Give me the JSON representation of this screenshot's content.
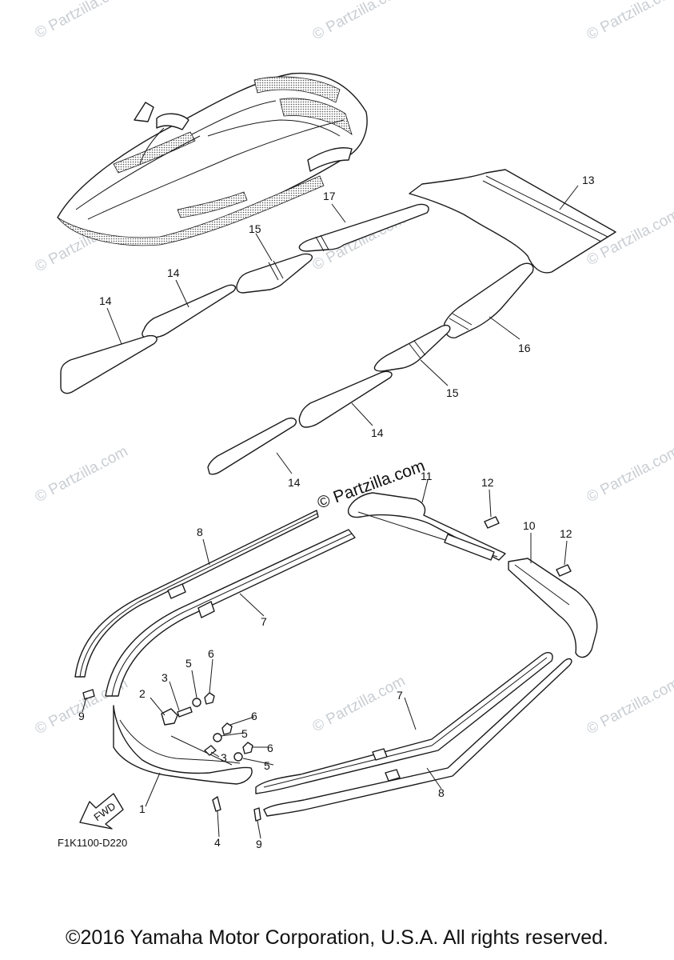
{
  "diagram": {
    "code": "F1K1100-D220",
    "fwd_label": "FWD",
    "callouts": [
      "1",
      "2",
      "3",
      "3",
      "4",
      "5",
      "5",
      "5",
      "6",
      "6",
      "6",
      "7",
      "7",
      "8",
      "8",
      "9",
      "9",
      "10",
      "11",
      "12",
      "12",
      "13",
      "14",
      "14",
      "14",
      "14",
      "15",
      "15",
      "16",
      "17"
    ],
    "watermark": "© Partzilla.com",
    "center_watermark": "© Partzilla.com"
  },
  "footer": {
    "copyright": "©2016 Yamaha Motor Corporation, U.S.A. All rights reserved."
  }
}
